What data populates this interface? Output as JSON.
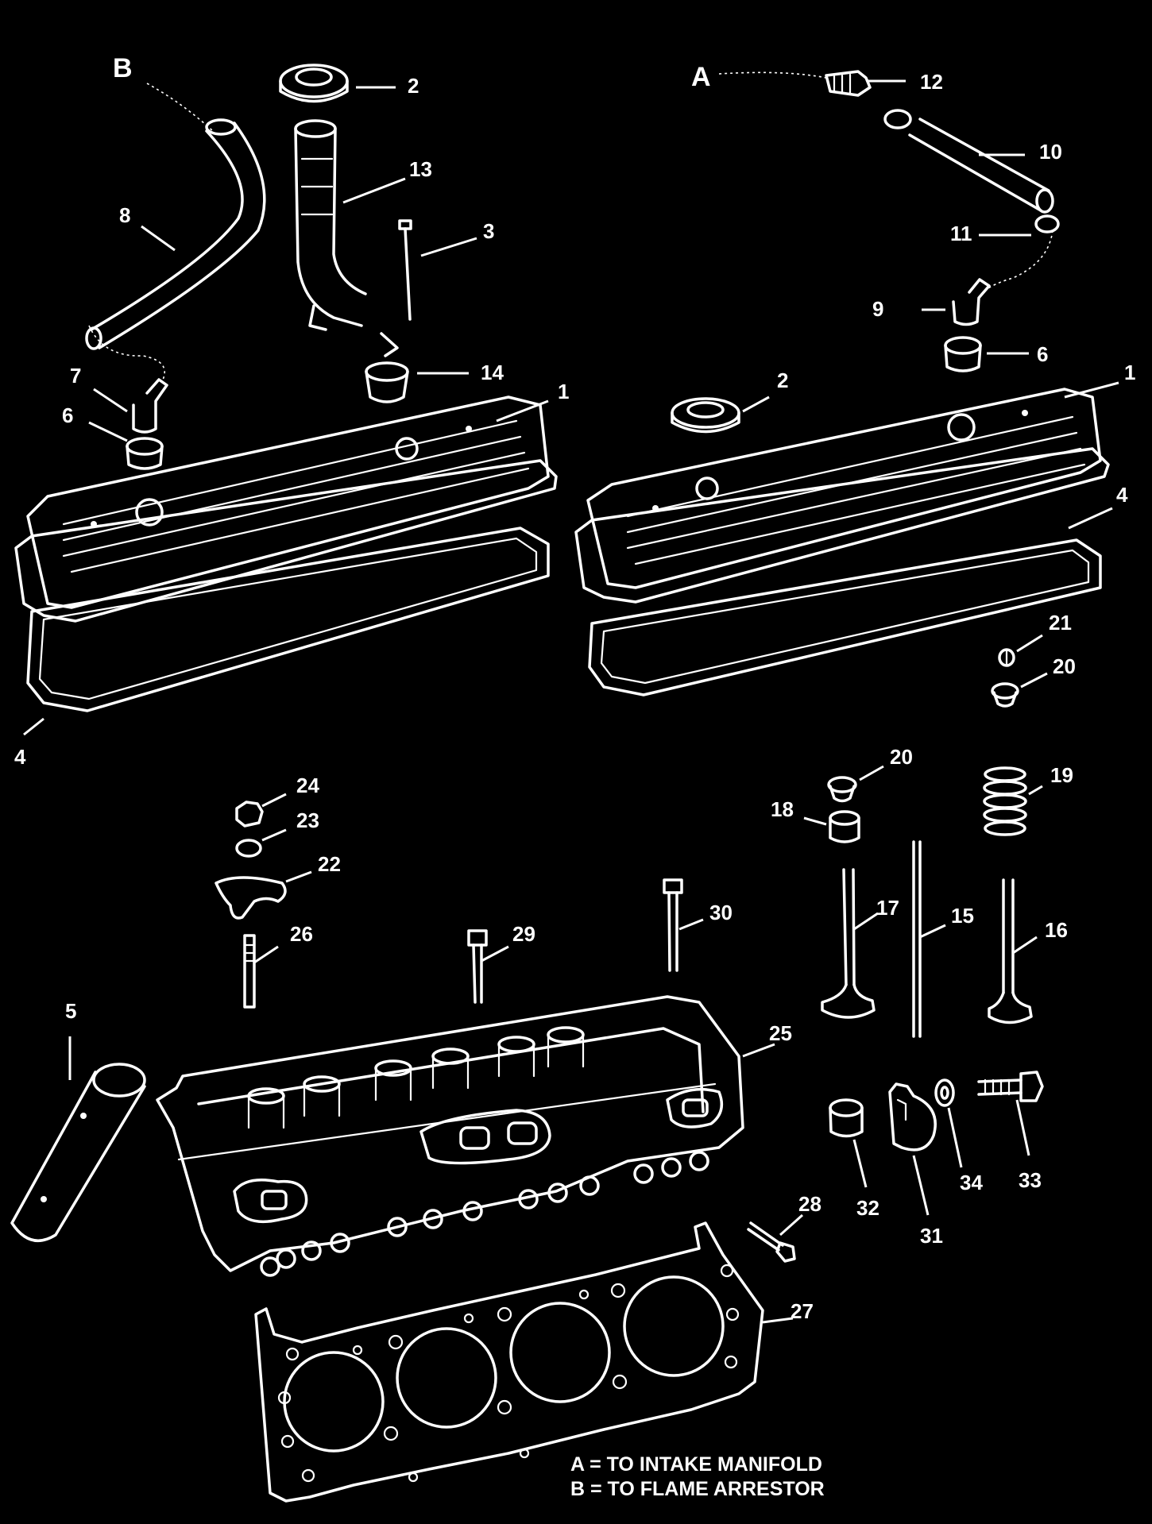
{
  "letters": {
    "a": "A",
    "b": "B"
  },
  "callouts": {
    "c2_top": "2",
    "c12": "12",
    "c10": "10",
    "c13": "13",
    "c3": "3",
    "c11": "11",
    "c8": "8",
    "c9": "9",
    "c6_right": "6",
    "c14": "14",
    "c7": "7",
    "c1_left": "1",
    "c2_right": "2",
    "c1_right": "1",
    "c6_left": "6",
    "c4_right": "4",
    "c21": "21",
    "c20_a": "20",
    "c4_left": "4",
    "c24": "24",
    "c20_b": "20",
    "c19": "19",
    "c23": "23",
    "c18": "18",
    "c22": "22",
    "c17": "17",
    "c15": "15",
    "c30": "30",
    "c26": "26",
    "c29": "29",
    "c16": "16",
    "c5": "5",
    "c25": "25",
    "c33": "33",
    "c34": "34",
    "c32": "32",
    "c31": "31",
    "c28": "28",
    "c27": "27"
  },
  "legend": {
    "line_a": "A = TO INTAKE MANIFOLD",
    "line_b": "B = TO FLAME ARRESTOR"
  }
}
